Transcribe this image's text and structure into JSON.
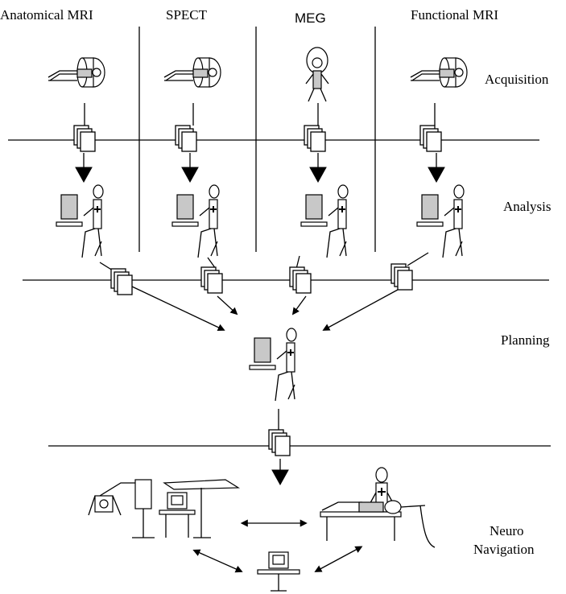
{
  "columns": [
    {
      "key": "anatomical-mri",
      "label": "Anatomical MRI"
    },
    {
      "key": "spect",
      "label": "SPECT"
    },
    {
      "key": "meg",
      "label": "MEG"
    },
    {
      "key": "functional-mri",
      "label": "Functional MRI"
    }
  ],
  "stages": {
    "acquisition": "Acquisition",
    "analysis": "Analysis",
    "planning": "Planning",
    "navigation_line1": "Neuro",
    "navigation_line2": "Navigation"
  }
}
